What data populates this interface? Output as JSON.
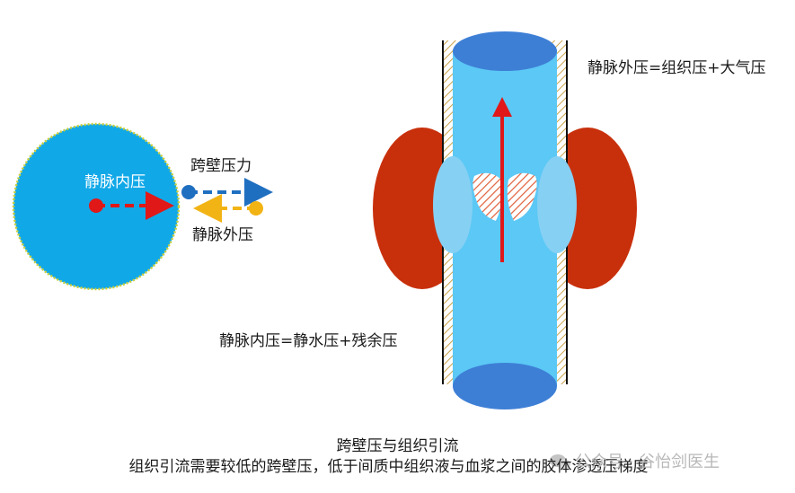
{
  "labels": {
    "inner_pressure": "静脉内压",
    "transmural_pressure": "跨壁压力",
    "outer_pressure": "静脉外压",
    "outer_formula": "静脉外压=组织压+大气压",
    "inner_formula": "静脉内压=静水压+残余压"
  },
  "caption": {
    "title": "跨壁压与组织引流",
    "body": "组织引流需要较低的跨壁压，低于间质中组织液与血浆之间的胶体渗透压梯度"
  },
  "watermark": {
    "text": "公众号 · 谷怡剑医生"
  },
  "colors": {
    "vessel_blue": "#5bc8f5",
    "vessel_cap": "#3e7fd6",
    "tissue_red": "#c8300c",
    "arrow_red": "#e01818",
    "arrow_blue": "#1f6fc0",
    "arrow_yellow": "#f2b415",
    "circle_fill": "#11a8e8",
    "wall_hatch": "#c9a24a"
  }
}
